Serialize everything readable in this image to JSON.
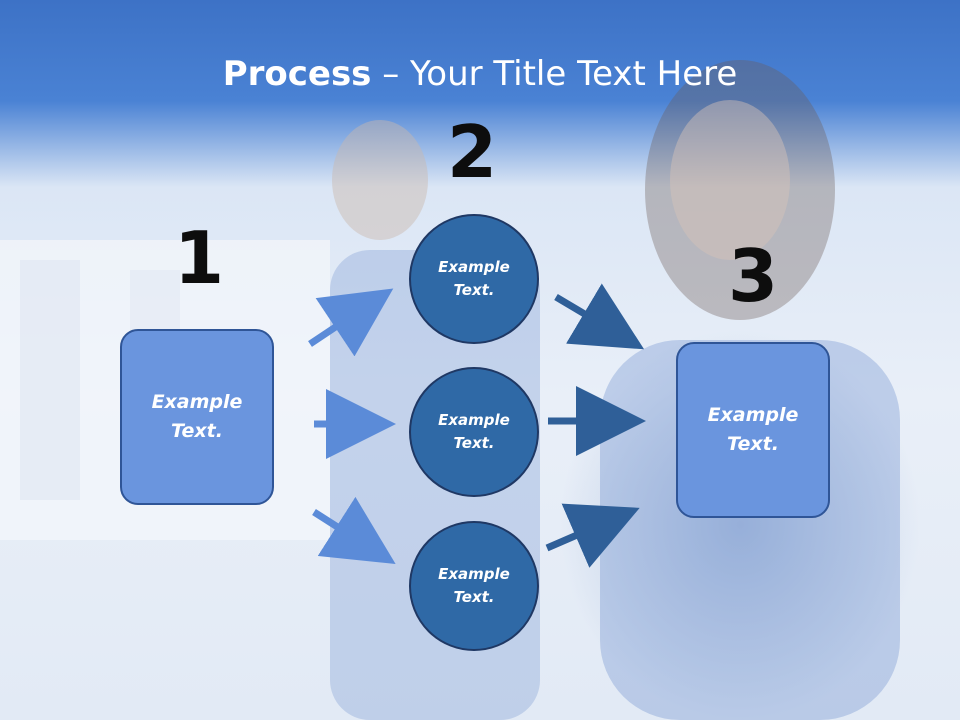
{
  "title": {
    "bold": "Process",
    "rest": " – Your Title Text Here"
  },
  "steps": [
    {
      "number": "1",
      "label": "Example\nText."
    },
    {
      "number": "2",
      "labels": [
        "Example\nText.",
        "Example\nText.",
        "Example\nText."
      ]
    },
    {
      "number": "3",
      "label": "Example\nText."
    }
  ],
  "colors": {
    "title_bar": "#3d72c6",
    "box_fill": "#6a95de",
    "circle_fill": "#2f69a6",
    "arrow_light": "#5b8bd8",
    "arrow_dark": "#2f5f98"
  }
}
